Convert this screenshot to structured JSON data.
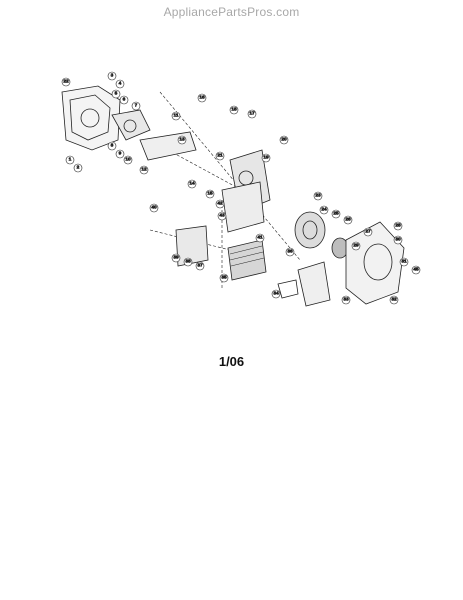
{
  "watermark": "AppliancePartsPros.com",
  "page_label": "1/06",
  "callouts": [
    "22",
    "3",
    "4",
    "5",
    "6",
    "7",
    "8",
    "9",
    "10",
    "11",
    "12",
    "13",
    "1",
    "2",
    "16",
    "18",
    "17",
    "20",
    "19",
    "21",
    "14",
    "15",
    "42",
    "43",
    "40",
    "23",
    "24",
    "25",
    "26",
    "28",
    "27",
    "29",
    "30",
    "31",
    "45",
    "33",
    "32",
    "39",
    "38",
    "37",
    "41",
    "36",
    "35",
    "34"
  ]
}
